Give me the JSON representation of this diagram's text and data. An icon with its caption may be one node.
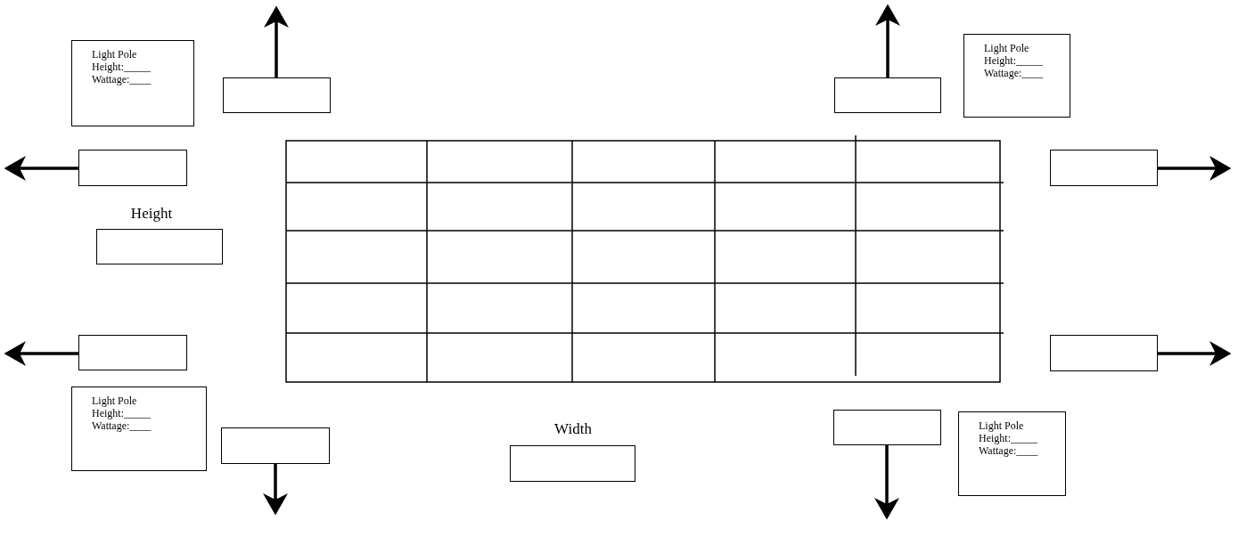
{
  "diagram": {
    "nodes": [
      {
        "text": [
          "Light Pole",
          "Height:_____",
          "Wattage:____"
        ]
      },
      {
        "text": [],
        "shape": "box"
      },
      {
        "text": [],
        "shape": "box"
      },
      {
        "text": [
          "Light Pole",
          "Height:_____",
          "Wattage:____"
        ]
      },
      {
        "text": [],
        "shape": "box"
      },
      {
        "text": [],
        "shape": "box"
      },
      {
        "text": [],
        "shape": "box",
        "beside": [
          "Height"
        ]
      },
      {
        "text": [],
        "shape": "box"
      },
      {
        "text": [],
        "shape": "box"
      },
      {
        "text": [
          "Light Pole",
          "Height:_____",
          "Wattage:____"
        ]
      },
      {
        "text": [],
        "shape": "box"
      },
      {
        "text": [],
        "shape": "box",
        "beside": [
          "Width"
        ]
      },
      {
        "text": [],
        "shape": "box"
      },
      {
        "text": [
          "Light Pole",
          "Height:_____",
          "Wattage:____"
        ]
      }
    ],
    "edges": [
      {
        "from": 1,
        "to": null,
        "arrow": "to"
      },
      {
        "from": 2,
        "to": null,
        "arrow": "to"
      },
      {
        "from": 4,
        "to": null,
        "arrow": "to"
      },
      {
        "from": 5,
        "to": null,
        "arrow": "to"
      },
      {
        "from": 7,
        "to": null,
        "arrow": "to"
      },
      {
        "from": 8,
        "to": null,
        "arrow": "to"
      },
      {
        "from": 10,
        "to": null,
        "arrow": "to"
      },
      {
        "from": 12,
        "to": null,
        "arrow": "to"
      }
    ]
  }
}
